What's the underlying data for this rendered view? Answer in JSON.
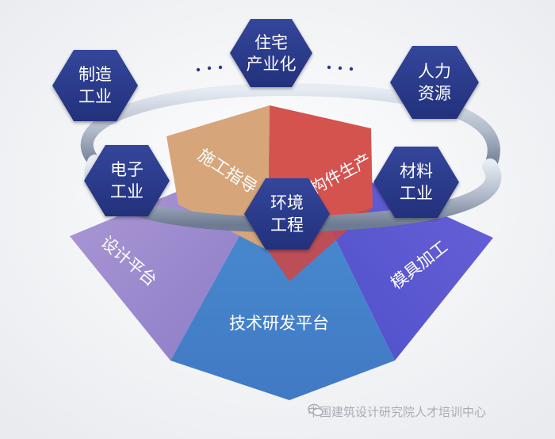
{
  "diagram": {
    "hexagons": [
      {
        "id": "hex-residential",
        "line1": "住宅",
        "line2": "产业化",
        "color": "#2a3a8c"
      },
      {
        "id": "hex-manufacturing",
        "line1": "制造",
        "line2": "工业",
        "color": "#2a3a8c"
      },
      {
        "id": "hex-human-resources",
        "line1": "人力",
        "line2": "资源",
        "color": "#2a3a8c"
      },
      {
        "id": "hex-electronics",
        "line1": "电子",
        "line2": "工业",
        "color": "#2a3a8c"
      },
      {
        "id": "hex-materials",
        "line1": "材料",
        "line2": "工业",
        "color": "#2a3a8c"
      },
      {
        "id": "hex-environment",
        "line1": "环境",
        "line2": "工程",
        "color": "#2a3a8c"
      }
    ],
    "pyramid_faces": {
      "construction_guidance": "施工指导",
      "component_production": "构件生产",
      "design_platform": "设计平台",
      "mold_processing": "模具加工",
      "rd_platform": "技术研发平台"
    },
    "colors": {
      "top_left_face": "#d6a57a",
      "top_right_face": "#d4534f",
      "left_face": "#9b86cd",
      "right_face": "#5c55cf",
      "front_face": "#4a8fcf",
      "ring": "#b9c2d1",
      "hexagon": "#2a3a8c"
    }
  },
  "watermark": {
    "text": "中国建筑设计研究院人才培训中心"
  }
}
